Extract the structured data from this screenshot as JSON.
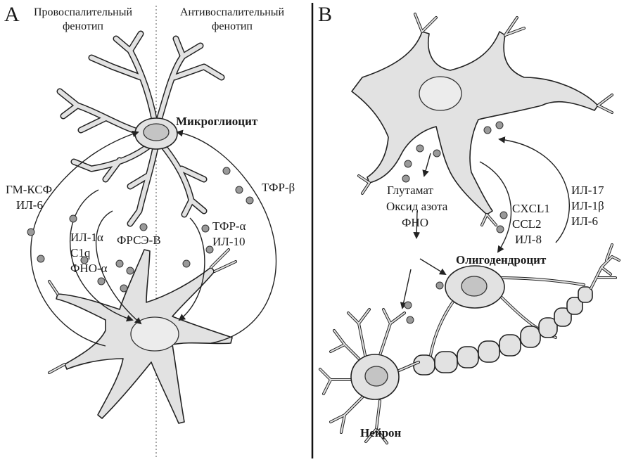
{
  "panel_a": {
    "letter": "A",
    "header_left": [
      "Провоспалительный",
      "фенотип"
    ],
    "header_right": [
      "Антивоспалительный",
      "фенотип"
    ],
    "microglia_label": "Микроглиоцит",
    "left_outer": [
      "ГМ-КСФ",
      "ИЛ-6"
    ],
    "left_inner": [
      "ИЛ-1α",
      "C1q",
      "ФНО-α"
    ],
    "center": "ФРСЭ-B",
    "right_inner": [
      "ТФР-α",
      "ИЛ-10"
    ],
    "right_outer": "ТФР-β"
  },
  "panel_b": {
    "letter": "B",
    "left_list": [
      "Глутамат",
      "Оксид азота",
      "ФНО"
    ],
    "mid_list": [
      "CXCL1",
      "CCL2",
      "ИЛ-8"
    ],
    "right_list": [
      "ИЛ-17",
      "ИЛ-1β",
      "ИЛ-6"
    ],
    "oligo_label": "Олигодендроцит",
    "neuron_label": "Нейрон"
  },
  "colors": {
    "cell_fill": "#e2e2e2",
    "nucleus": "#c4c4c4",
    "dot": "#9a9a9a",
    "stroke": "#222222"
  }
}
